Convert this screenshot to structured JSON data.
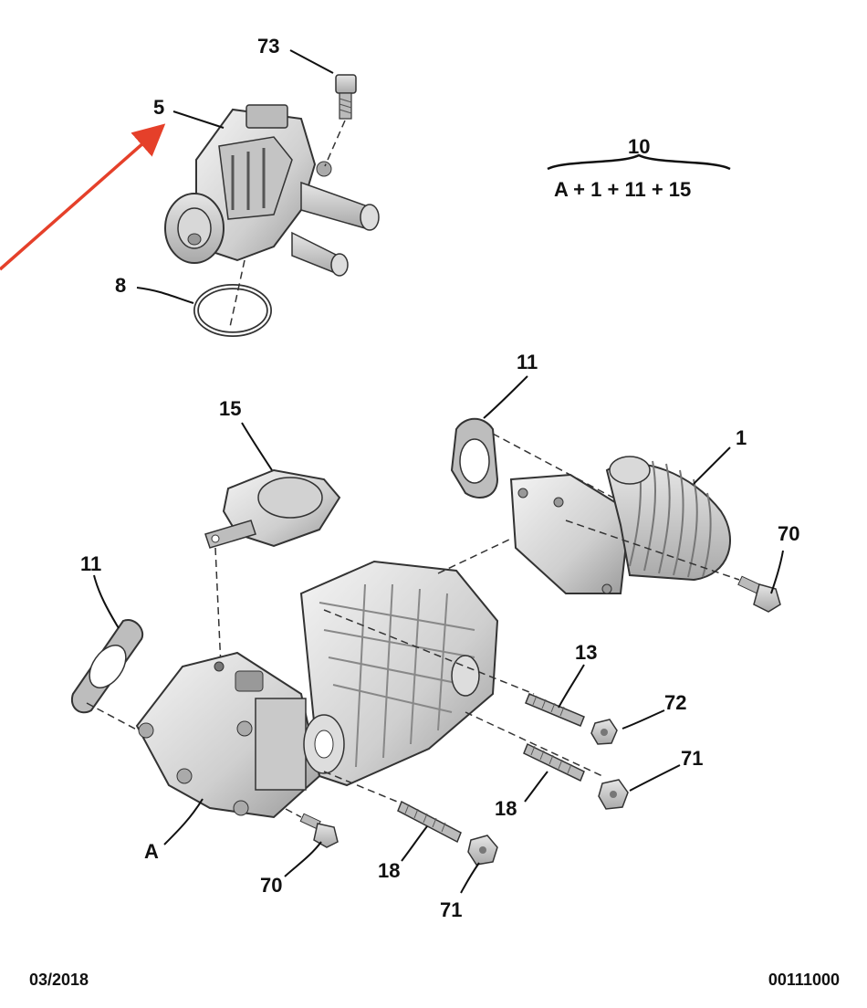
{
  "diagram": {
    "callouts": {
      "c73": "73",
      "c5": "5",
      "c8": "8",
      "c10": "10",
      "c10_formula": "A + 1 + 11 + 15",
      "c11_top": "11",
      "c1": "1",
      "c15": "15",
      "c70_right": "70",
      "c11_left": "11",
      "c13": "13",
      "c72": "72",
      "c71_right": "71",
      "c18_right": "18",
      "cA": "A",
      "c70_bottom": "70",
      "c18_bottom": "18",
      "c71_bottom": "71"
    },
    "highlight_arrow_color": "#e5402a"
  },
  "footer": {
    "date": "03/2018",
    "code": "00111000"
  }
}
